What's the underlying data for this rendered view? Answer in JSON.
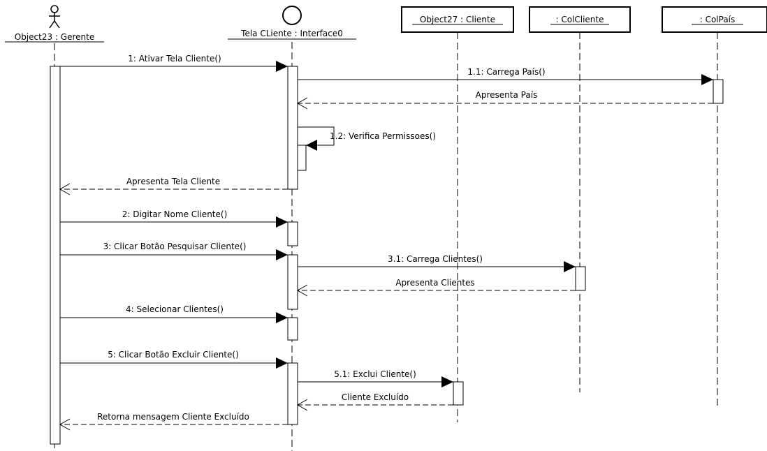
{
  "participants": [
    {
      "id": "gerente",
      "label": "Object23 : Gerente",
      "kind": "actor"
    },
    {
      "id": "tela",
      "label": "Tela CLiente : Interface0",
      "kind": "boundary"
    },
    {
      "id": "cliente",
      "label": "Object27 : Cliente",
      "kind": "object"
    },
    {
      "id": "colcliente",
      "label": ": ColCliente",
      "kind": "object"
    },
    {
      "id": "colpais",
      "label": ": ColPaís",
      "kind": "object"
    }
  ],
  "messages": [
    {
      "label": "1: Ativar Tela Cliente()",
      "from": "gerente",
      "to": "tela",
      "kind": "call"
    },
    {
      "label": "1.1: Carrega País()",
      "from": "tela",
      "to": "colpais",
      "kind": "call"
    },
    {
      "label": "Apresenta País",
      "from": "colpais",
      "to": "tela",
      "kind": "return"
    },
    {
      "label": "1.2: Verifica Permissoes()",
      "from": "tela",
      "to": "tela",
      "kind": "self"
    },
    {
      "label": "Apresenta Tela Cliente",
      "from": "tela",
      "to": "gerente",
      "kind": "return"
    },
    {
      "label": "2: Digitar Nome Cliente()",
      "from": "gerente",
      "to": "tela",
      "kind": "call"
    },
    {
      "label": "3: Clicar Botão Pesquisar Cliente()",
      "from": "gerente",
      "to": "tela",
      "kind": "call"
    },
    {
      "label": "3.1: Carrega Clientes()",
      "from": "tela",
      "to": "colcliente",
      "kind": "call"
    },
    {
      "label": "Apresenta Clientes",
      "from": "colcliente",
      "to": "tela",
      "kind": "return"
    },
    {
      "label": "4: Selecionar Clientes()",
      "from": "gerente",
      "to": "tela",
      "kind": "call"
    },
    {
      "label": "5: Clicar Botão Excluir Cliente()",
      "from": "gerente",
      "to": "tela",
      "kind": "call"
    },
    {
      "label": "5.1: Exclui Cliente()",
      "from": "tela",
      "to": "cliente",
      "kind": "call"
    },
    {
      "label": "Cliente Excluído",
      "from": "cliente",
      "to": "tela",
      "kind": "return"
    },
    {
      "label": "Retorna mensagem Cliente Excluído",
      "from": "tela",
      "to": "gerente",
      "kind": "return"
    }
  ]
}
